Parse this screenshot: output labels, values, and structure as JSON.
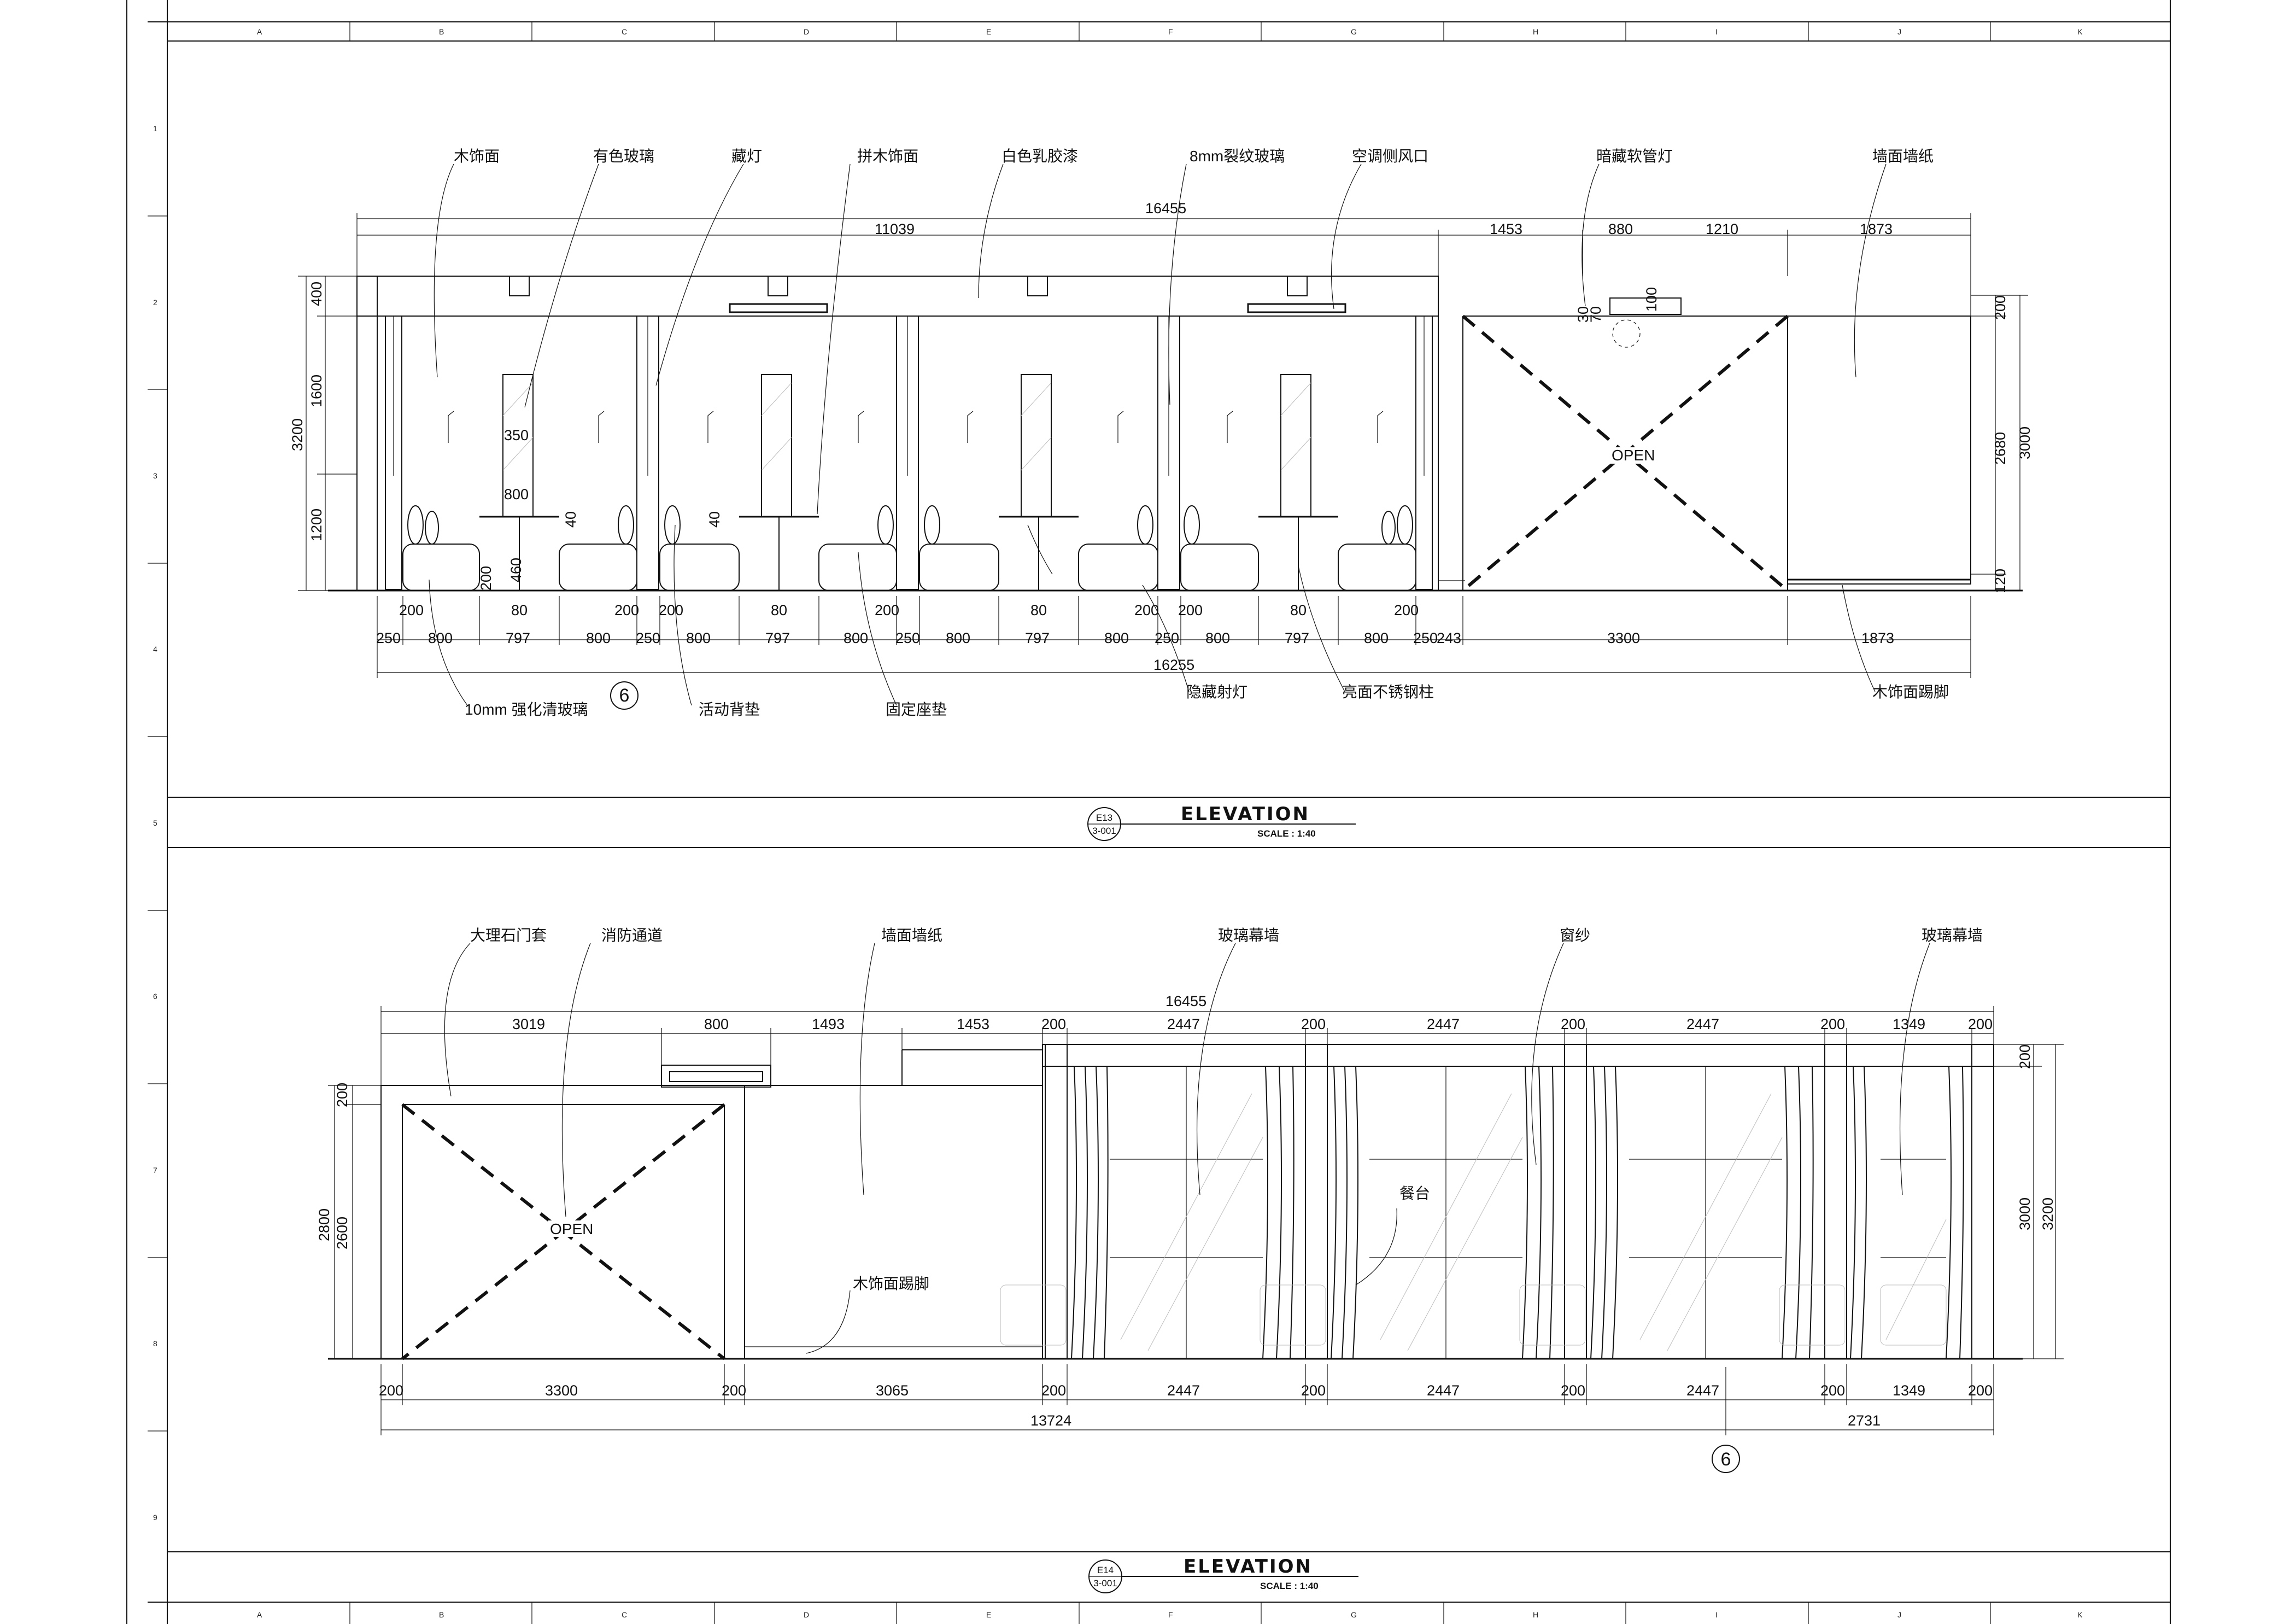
{
  "grid": {
    "columns": [
      "A",
      "B",
      "C",
      "D",
      "E",
      "F",
      "G",
      "H",
      "I",
      "J",
      "K"
    ],
    "rows": [
      "1",
      "2",
      "3",
      "4",
      "5",
      "6",
      "7",
      "8",
      "9"
    ]
  },
  "e13": {
    "labels": {
      "wood_face": "木饰面",
      "tinted_glass": "有色玻璃",
      "hidden_light": "藏灯",
      "parquet": "拼木饰面",
      "latex_paint": "白色乳胶漆",
      "crackle_glass": "8mm裂纹玻璃",
      "ac_vent": "空调侧风口",
      "hose_light": "暗藏软管灯",
      "wallpaper": "墙面墙纸",
      "tempered_glass": "10mm 强化清玻璃",
      "cushion_movable": "活动背垫",
      "cushion_fixed": "固定座垫",
      "spotlight": "隐藏射灯",
      "steel_column": "亮面不锈钢柱",
      "skirting": "木饰面踢脚",
      "open": "OPEN"
    },
    "dims": {
      "total_top": "16455",
      "left_run": "11039",
      "d1453": "1453",
      "d880": "880",
      "d1210": "1210",
      "d1873": "1873",
      "h400": "400",
      "h1600": "1600",
      "h1200": "1200",
      "h3200": "3200",
      "h350": "350",
      "h800": "800",
      "h40": "40",
      "h200": "200",
      "h460": "460",
      "h30": "30",
      "h70": "70",
      "h100": "100",
      "r200": "200",
      "r2680": "2680",
      "r120": "120",
      "r3000": "3000",
      "b200": "200",
      "b80": "80",
      "b250": "250",
      "b800": "800",
      "b797": "797",
      "b243": "243",
      "b3300": "3300",
      "b1873": "1873",
      "total_bottom": "16255"
    },
    "ref": "6",
    "tag_top": "E13",
    "tag_bottom": "3-001",
    "title": "ELEVATION",
    "scale": "SCALE :   1:40"
  },
  "e14": {
    "labels": {
      "marble_frame": "大理石门套",
      "fire_exit": "消防通道",
      "wallpaper": "墙面墙纸",
      "curtain_wall": "玻璃幕墙",
      "sheer": "窗纱",
      "curtain_wall2": "玻璃幕墙",
      "dining_table": "餐台",
      "skirting": "木饰面踢脚",
      "open": "OPEN"
    },
    "dims": {
      "total_top": "16455",
      "d3019": "3019",
      "d800": "800",
      "d1493": "1493",
      "d1453": "1453",
      "d200": "200",
      "d2447": "2447",
      "d1349": "1349",
      "l200": "200",
      "l2800": "2800",
      "l2600": "2600",
      "r200": "200",
      "r3000": "3000",
      "r3200": "3200",
      "b200": "200",
      "b3300": "3300",
      "b3065": "3065",
      "b2447": "2447",
      "b1349": "1349",
      "t13724": "13724",
      "t2731": "2731"
    },
    "ref": "6",
    "tag_top": "E14",
    "tag_bottom": "3-001",
    "title": "ELEVATION",
    "scale": "SCALE :   1:40"
  },
  "colors": {
    "ink": "#111111",
    "paper": "#ffffff",
    "glass_hatch": "#bbbbbb"
  }
}
